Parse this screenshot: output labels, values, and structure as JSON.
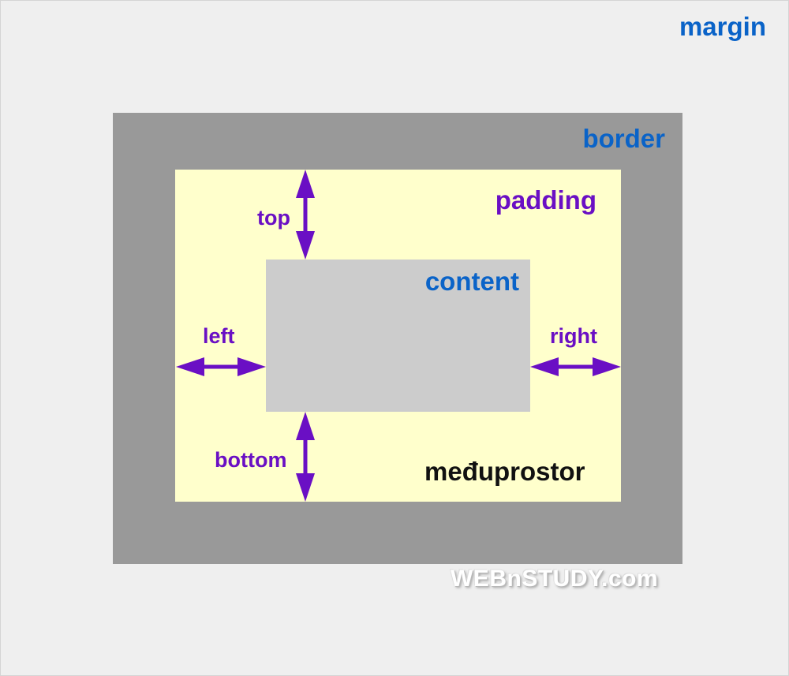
{
  "labels": {
    "margin": "margin",
    "border": "border",
    "padding": "padding",
    "content": "content",
    "top": "top",
    "bottom": "bottom",
    "left": "left",
    "right": "right",
    "translation": "međuprostor"
  },
  "watermark": "WEBnSTUDY.com",
  "colors": {
    "background": "#efefef",
    "border": "#999999",
    "padding": "#ffffcc",
    "content": "#cccccc",
    "label_blue": "#0a63c8",
    "label_purple": "#6a0fc4",
    "arrow": "#6a0fc4"
  }
}
